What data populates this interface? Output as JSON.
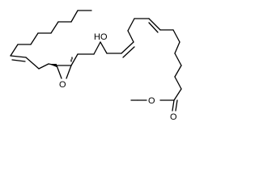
{
  "structure": {
    "labels": {
      "hydroxyl": "HO",
      "epoxide_oxygen": "O",
      "ester_carbonyl_oxygen": "O",
      "ester_ether_oxygen": "O"
    },
    "colors": {
      "bond": "#000000",
      "text": "#000000",
      "background": "#ffffff"
    }
  }
}
